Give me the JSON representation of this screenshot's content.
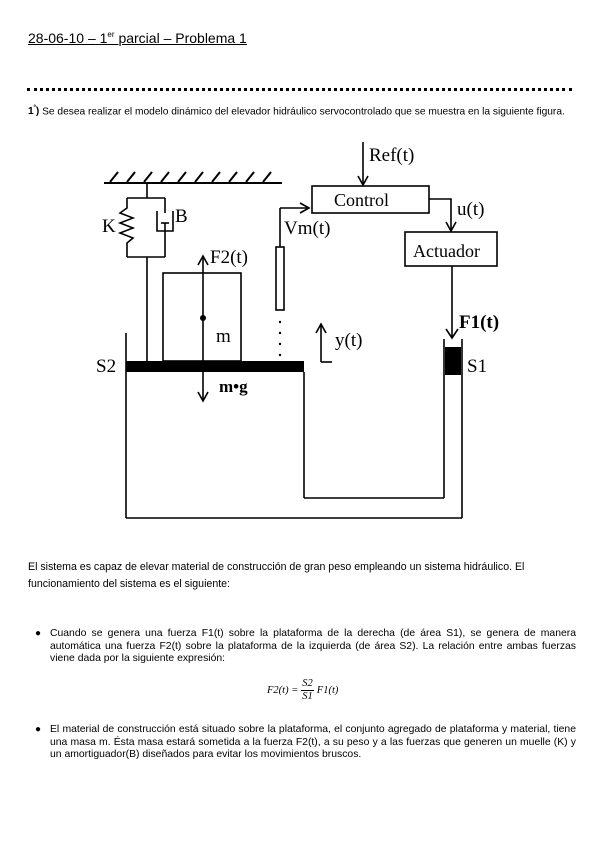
{
  "header": {
    "date": "28-06-10",
    "dash": "–",
    "ordinal": "1",
    "ordinal_sup": "er",
    "title": "parcial – Problema 1"
  },
  "intro": {
    "number": "1",
    "number_sup": "º",
    "number_paren": ")",
    "text": "Se desea realizar el modelo dinámico del elevador hidráulico servocontrolado que se muestra en la siguiente figura."
  },
  "figure": {
    "ref_label": "Ref(t)",
    "control_label": "Control",
    "u_label": "u(t)",
    "actuator_label": "Actuador",
    "vm_label": "Vm(t)",
    "f1_label": "F1(t)",
    "f2_label": "F2(t)",
    "k_label": "K",
    "b_label": "B",
    "m_label": "m",
    "mg_label": "m•g",
    "y_label": "y(t)",
    "s1_label": "S1",
    "s2_label": "S2"
  },
  "paragraph": "El sistema es capaz de elevar material de construcción de gran peso empleando un sistema hidráulico. El funcionamiento del sistema es el siguiente:",
  "bullets": [
    "Cuando se genera una fuerza F1(t) sobre la plataforma de la derecha (de área S1), se genera de manera automática una fuerza F2(t) sobre la plataforma de la izquierda (de área S2). La relación entre ambas fuerzas viene dada por la siguiente expresión:",
    "El material de construcción está situado sobre la plataforma, el conjunto agregado de plataforma y material, tiene una masa m. Ésta masa estará sometida a la fuerza F2(t), a su peso y a las fuerzas que generen un muelle (K) y un amortiguador(B) diseñados para evitar los movimientos bruscos."
  ],
  "formula": {
    "lhs": "F2(t) =",
    "numerator": "S2",
    "denominator": "S1",
    "rhs": "F1(t)"
  }
}
